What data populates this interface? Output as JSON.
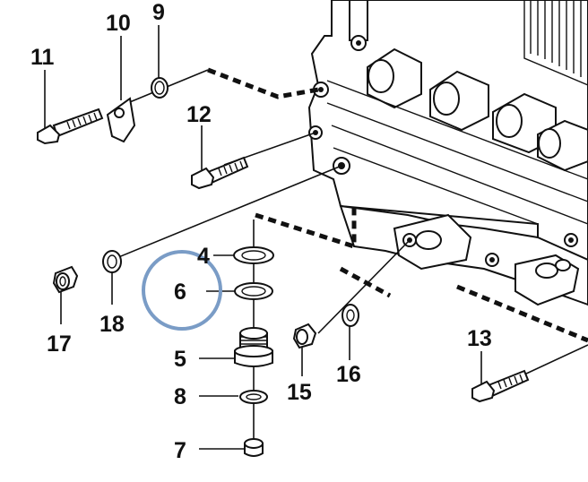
{
  "callouts": {
    "c4": "4",
    "c5": "5",
    "c6": "6",
    "c7": "7",
    "c8": "8",
    "c9": "9",
    "c10": "10",
    "c11": "11",
    "c12": "12",
    "c13": "13",
    "c15": "15",
    "c16": "16",
    "c17": "17",
    "c18": "18"
  },
  "highlight": {
    "callout": "6",
    "color": "#7a9cc6"
  },
  "colors": {
    "line": "#111111",
    "background": "#ffffff"
  }
}
